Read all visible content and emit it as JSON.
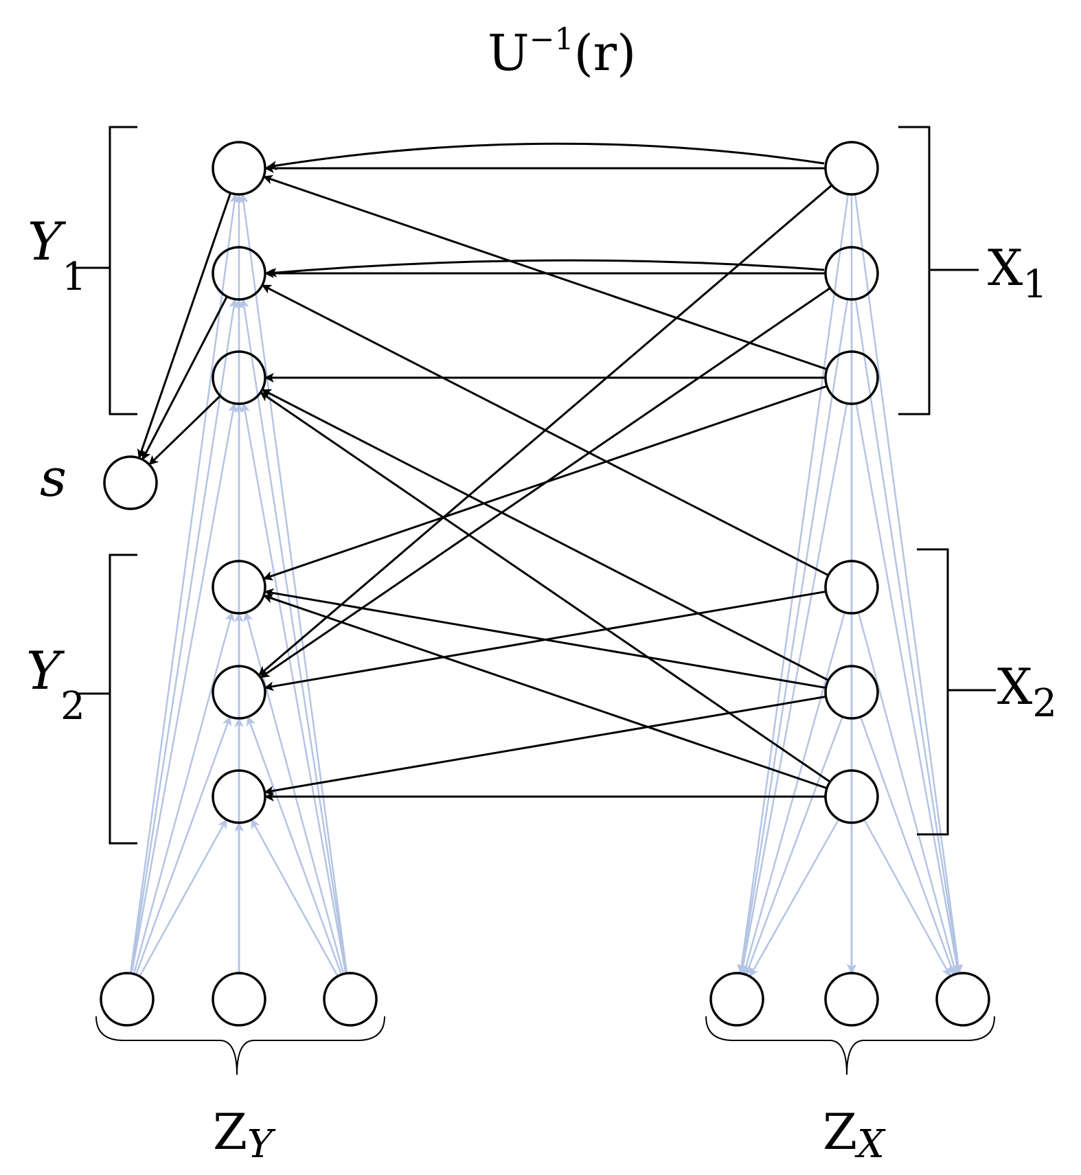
{
  "title": {
    "base": "U",
    "sup": "−1",
    "arg": "(r)"
  },
  "labels": {
    "y1": {
      "main": "Y",
      "sub": "1"
    },
    "y2": {
      "main": "Y",
      "sub": "2"
    },
    "x1": {
      "main": "X",
      "sub": "1"
    },
    "x2": {
      "main": "X",
      "sub": "2"
    },
    "s": "s",
    "zy": {
      "main": "Z",
      "sub": "Y"
    },
    "zx": {
      "main": "Z",
      "sub": "X"
    }
  },
  "colors": {
    "edge": "#000000",
    "latent_edge": "#b4c4e4",
    "node_stroke": "#000000"
  },
  "nodes": [
    "y1a",
    "y1b",
    "y1c",
    "s",
    "y2a",
    "y2b",
    "y2c",
    "x1a",
    "x1b",
    "x1c",
    "x2a",
    "x2b",
    "x2c",
    "zy1",
    "zy2",
    "zy3",
    "zx1",
    "zx2",
    "zx3"
  ],
  "edges_black": [
    [
      "x1a",
      "y1a"
    ],
    [
      "x1a",
      "y2b"
    ],
    [
      "x1a",
      "y2b"
    ],
    [
      "x1b",
      "y1b"
    ],
    [
      "x1b",
      "y1b"
    ],
    [
      "x1b",
      "y2b"
    ],
    [
      "x1c",
      "y1a"
    ],
    [
      "x1c",
      "y1c"
    ],
    [
      "x1c",
      "y2a"
    ],
    [
      "x2a",
      "y1b"
    ],
    [
      "x2a",
      "y2b"
    ],
    [
      "x2b",
      "y1c"
    ],
    [
      "x2b",
      "y2a"
    ],
    [
      "x2b",
      "y2c"
    ],
    [
      "x2c",
      "y1c"
    ],
    [
      "x2c",
      "y2a"
    ],
    [
      "x2c",
      "y2c"
    ],
    [
      "y1a",
      "s"
    ],
    [
      "y1b",
      "s"
    ],
    [
      "y1c",
      "s"
    ]
  ],
  "edges_latent": [
    [
      "zy1",
      "y1a"
    ],
    [
      "zy1",
      "y1b"
    ],
    [
      "zy1",
      "y1c"
    ],
    [
      "zy1",
      "y2a"
    ],
    [
      "zy1",
      "y2b"
    ],
    [
      "zy1",
      "y2c"
    ],
    [
      "zy2",
      "y1a"
    ],
    [
      "zy2",
      "y1b"
    ],
    [
      "zy2",
      "y1c"
    ],
    [
      "zy2",
      "y2a"
    ],
    [
      "zy2",
      "y2b"
    ],
    [
      "zy2",
      "y2c"
    ],
    [
      "zy3",
      "y1a"
    ],
    [
      "zy3",
      "y1b"
    ],
    [
      "zy3",
      "y1c"
    ],
    [
      "zy3",
      "y2a"
    ],
    [
      "zy3",
      "y2b"
    ],
    [
      "zy3",
      "y2c"
    ],
    [
      "x1a",
      "zx1"
    ],
    [
      "x1b",
      "zx1"
    ],
    [
      "x1c",
      "zx1"
    ],
    [
      "x2a",
      "zx1"
    ],
    [
      "x2b",
      "zx1"
    ],
    [
      "x2c",
      "zx1"
    ],
    [
      "x1a",
      "zx2"
    ],
    [
      "x1b",
      "zx2"
    ],
    [
      "x1c",
      "zx2"
    ],
    [
      "x2a",
      "zx2"
    ],
    [
      "x2b",
      "zx2"
    ],
    [
      "x2c",
      "zx2"
    ],
    [
      "x1a",
      "zx3"
    ],
    [
      "x1b",
      "zx3"
    ],
    [
      "x1c",
      "zx3"
    ],
    [
      "x2a",
      "zx3"
    ],
    [
      "x2b",
      "zx3"
    ],
    [
      "x2c",
      "zx3"
    ]
  ]
}
